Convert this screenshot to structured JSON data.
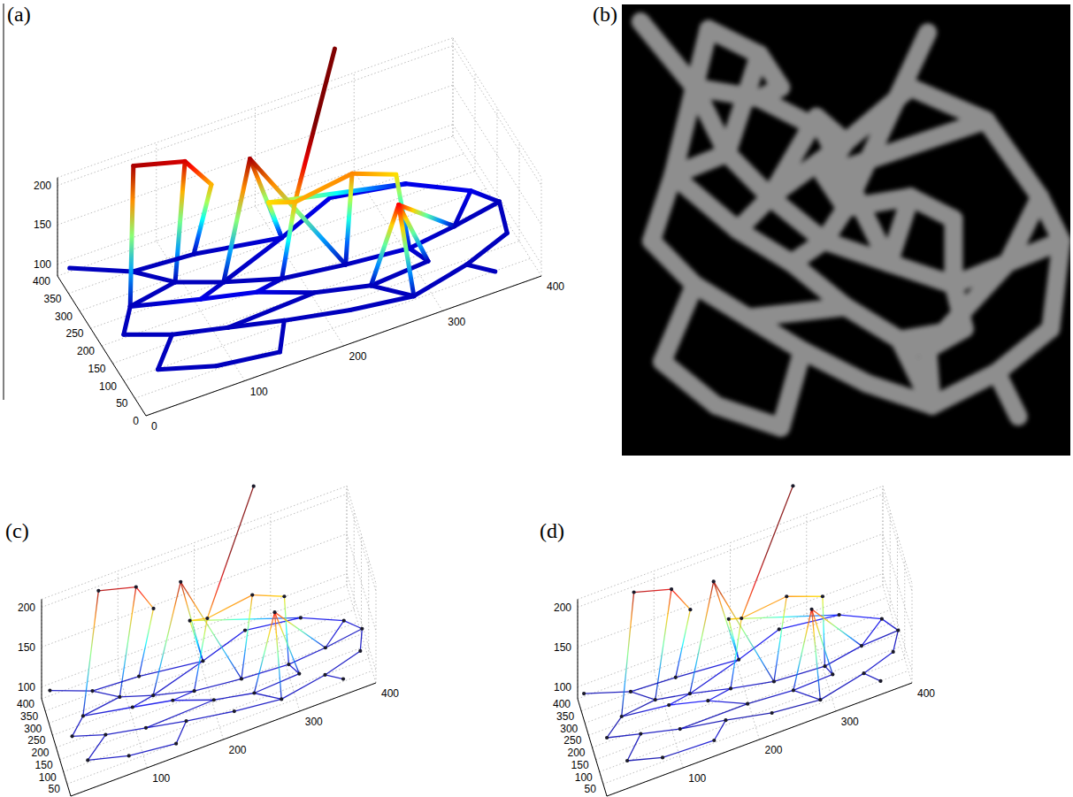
{
  "diagram": {
    "labels": [
      "(a)",
      "200",
      "150",
      "100",
      "400",
      "350",
      "300",
      "250",
      "200",
      "150",
      "100",
      "50",
      "0",
      "0",
      "100",
      "200",
      "300",
      "400",
      "(b)",
      "(c)",
      "200",
      "150",
      "100",
      "400",
      "350",
      "300",
      "250",
      "200",
      "150",
      "100",
      "50",
      "100",
      "200",
      "300",
      "400",
      "(d)",
      "200",
      "150",
      "100",
      "400",
      "350",
      "300",
      "250",
      "200",
      "150",
      "100",
      "50",
      "100",
      "200",
      "300",
      "400"
    ]
  }
}
